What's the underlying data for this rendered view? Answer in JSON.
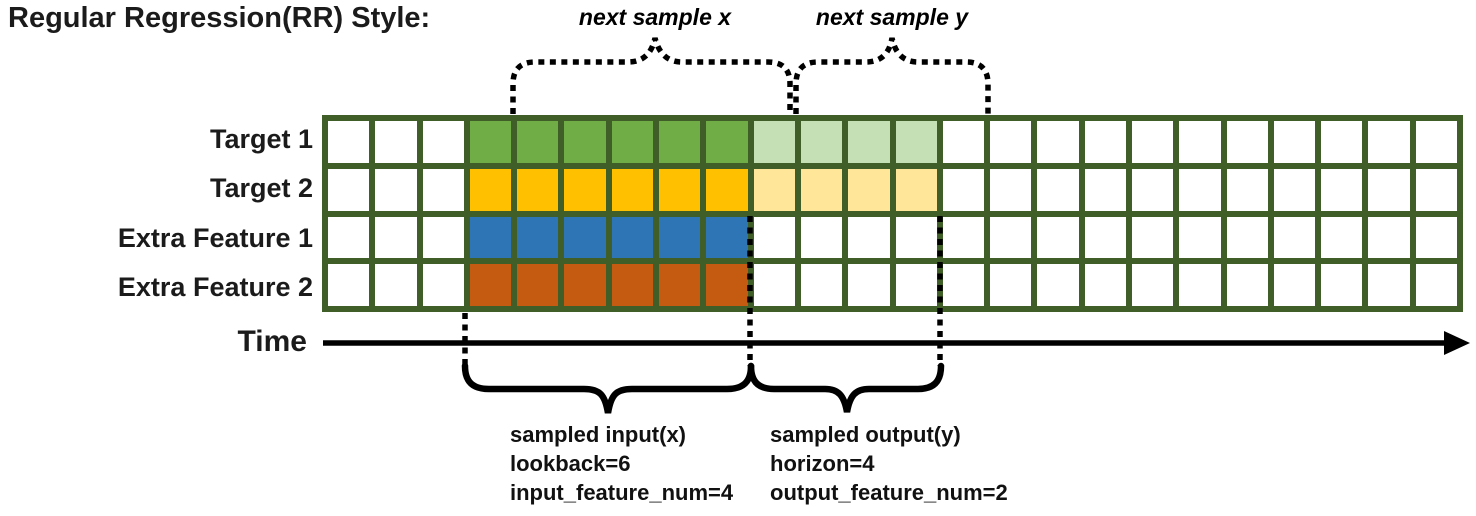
{
  "title": "Regular Regression(RR) Style:",
  "rows": [
    {
      "label": "Target 1",
      "input_color": "#70AD47",
      "output_color": "#C5E0B4"
    },
    {
      "label": "Target 2",
      "input_color": "#FFC000",
      "output_color": "#FFE699"
    },
    {
      "label": "Extra Feature 1",
      "input_color": "#2E75B6",
      "output_color": ""
    },
    {
      "label": "Extra Feature 2",
      "input_color": "#C55A11",
      "output_color": ""
    }
  ],
  "grid": {
    "total_columns": 24,
    "blank_before": 3,
    "lookback": 6,
    "horizon": 4,
    "border_color": "#3F5E28",
    "empty_cell_color": "#FFFFFF"
  },
  "annotations": {
    "next_sample_x": "next sample x",
    "next_sample_y": "next sample y",
    "time_label": "Time",
    "input_note_lines": [
      "sampled input(x)",
      "lookback=6",
      "input_feature_num=4"
    ],
    "output_note_lines": [
      "sampled output(y)",
      "horizon=4",
      "output_feature_num=2"
    ]
  },
  "line_color": "#000000"
}
